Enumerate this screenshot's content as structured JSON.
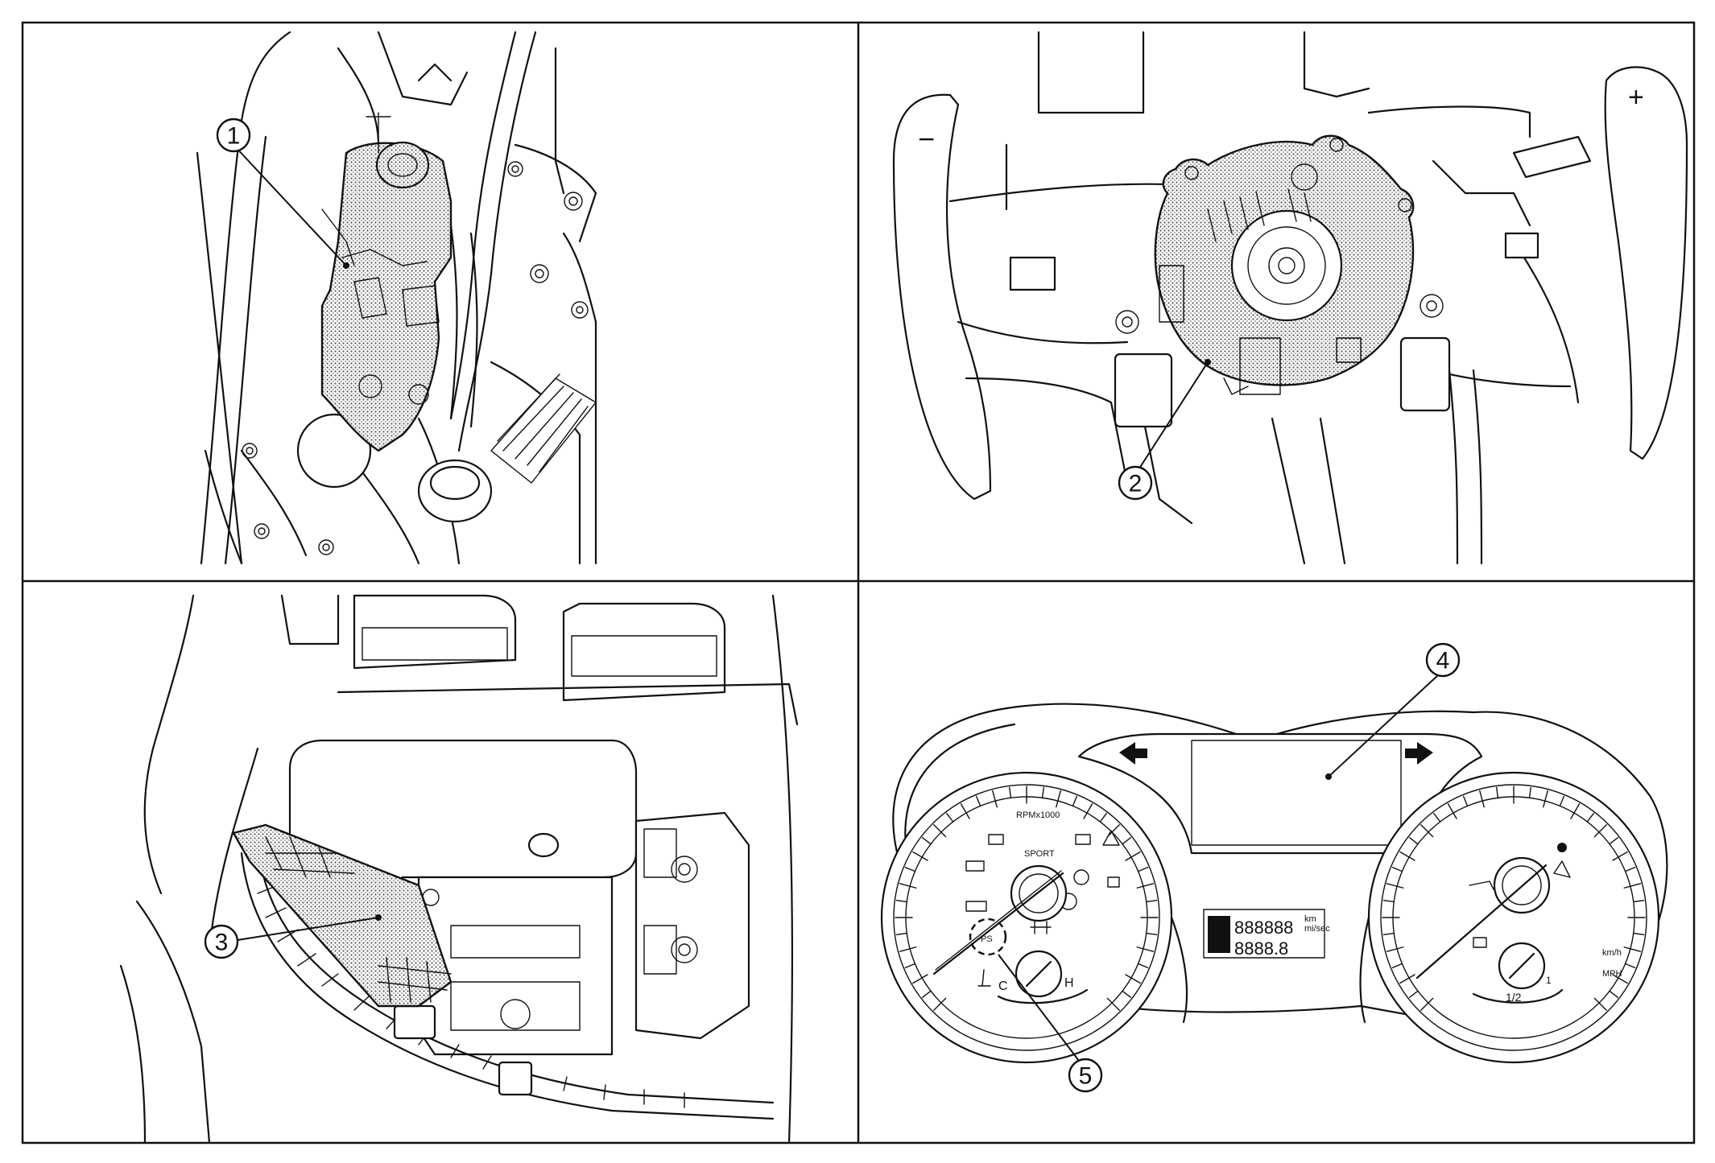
{
  "figure": {
    "panels": [
      {
        "id": "top-left"
      },
      {
        "id": "top-right",
        "paddle_left": "−",
        "paddle_right": "+"
      },
      {
        "id": "bottom-left"
      },
      {
        "id": "bottom-right"
      }
    ],
    "callouts": [
      "1",
      "2",
      "3",
      "4",
      "5"
    ],
    "cluster": {
      "tach_label": "RPMx1000",
      "sport_label": "SPORT",
      "speed_unit": "km/h",
      "mph_label": "MPH",
      "half_label": "1/2",
      "one_label": "1",
      "cold_label": "C",
      "hot_label": "H",
      "odo_top": "888888",
      "odo_bottom": "8888.8",
      "odo_unit_km": "km",
      "odo_unit_mi": "mi/sec"
    }
  }
}
